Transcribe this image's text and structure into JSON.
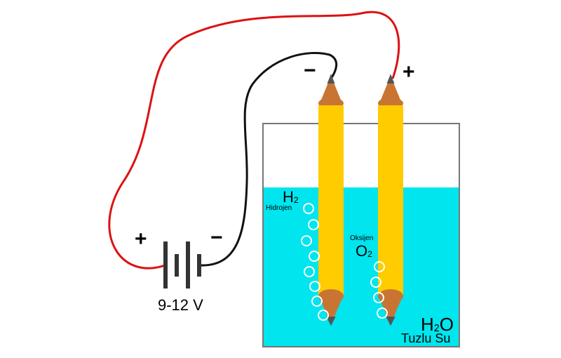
{
  "battery": {
    "voltage": "9-12 V",
    "plus": "+",
    "minus": "−"
  },
  "electrodes": {
    "cathode_sign": "−",
    "anode_sign": "+"
  },
  "hydrogen": {
    "symbol": "H",
    "subscript": "2",
    "name": "Hidrojen"
  },
  "oxygen": {
    "symbol": "O",
    "subscript": "2",
    "name": "Oksijen"
  },
  "water": {
    "formula_h": "H",
    "formula_sub": "2",
    "formula_o": "O",
    "name": "Tuzlu Su"
  },
  "colors": {
    "water": "#00e5ee",
    "pencil_body": "#ffcc00",
    "pencil_tip": "#c87533",
    "graphite": "#555555",
    "wire_positive": "#dd1111",
    "wire_negative": "#111111",
    "battery": "#333333",
    "bubble": "#ffffff"
  }
}
